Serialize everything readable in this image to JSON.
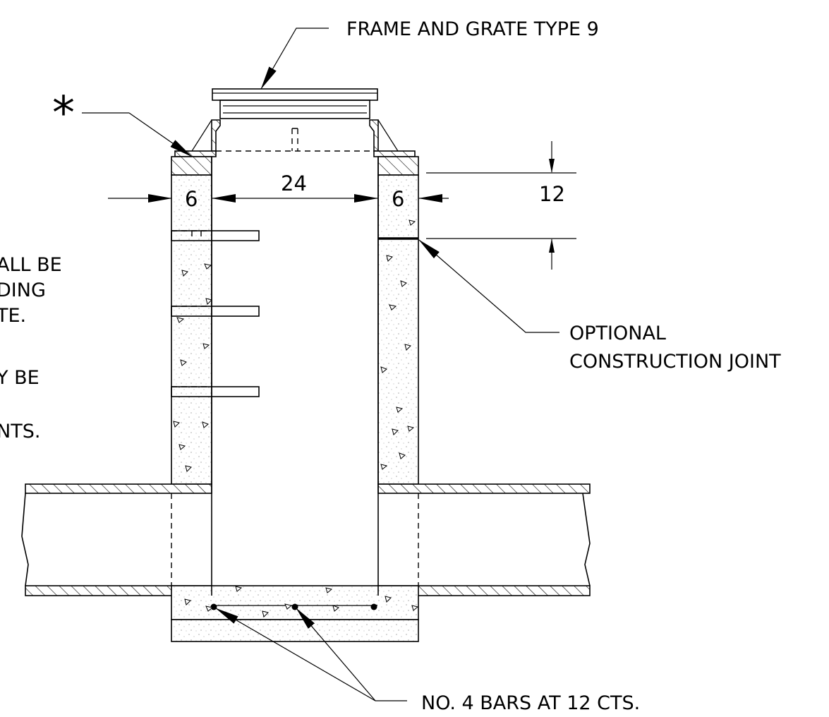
{
  "labels": {
    "frame_grate": "FRAME AND GRATE TYPE 9",
    "asterisk": "*",
    "optional_line1": "OPTIONAL",
    "optional_line2": "CONSTRUCTION JOINT",
    "bars": "NO. 4 BARS AT 12 CTS.",
    "left_note": [
      "ALL BE",
      "DING",
      "TE.",
      "Y BE",
      "NTS."
    ]
  },
  "dimensions": {
    "left_wall": "6",
    "inside_width": "24",
    "right_wall": "6",
    "top_height": "12"
  },
  "icons": {
    "leader_arrow": "arrowhead",
    "aggregate_mark": "triangle-aggregate",
    "rebar_dot": "rebar-dot"
  }
}
